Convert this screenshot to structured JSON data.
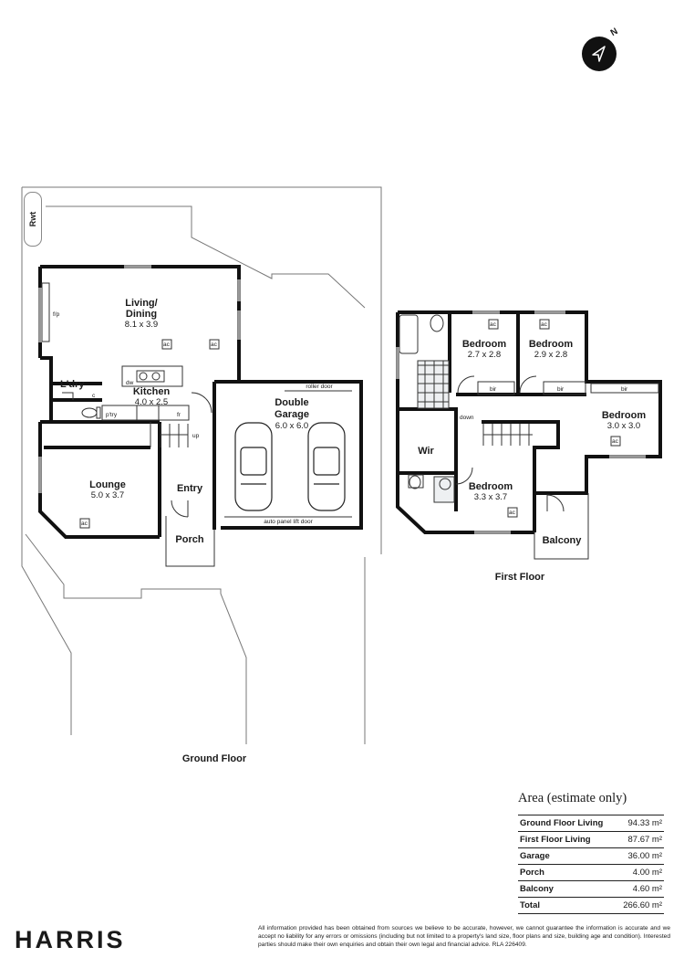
{
  "rwt_label": "Rwt",
  "ground_floor": {
    "label": "Ground Floor",
    "rooms": {
      "living": {
        "name": "Living/\nDining",
        "name_line1": "Living/",
        "name_line2": "Dining",
        "dims": "8.1 x 3.9"
      },
      "kitchen": {
        "name": "Kitchen",
        "dims": "4.0 x 2.5"
      },
      "laundry": {
        "name": "L'dry"
      },
      "lounge": {
        "name": "Lounge",
        "dims": "5.0 x 3.7"
      },
      "entry": {
        "name": "Entry"
      },
      "porch": {
        "name": "Porch"
      },
      "garage": {
        "name_line1": "Double",
        "name_line2": "Garage",
        "dims": "6.0 x 6.0"
      }
    },
    "tags": {
      "fp": "f/p",
      "ac": "ac",
      "dw": "dw",
      "pantry": "p'try",
      "fr": "fr",
      "c": "c",
      "up": "up",
      "roller_door": "roller door",
      "lift_door": "auto panel lift door"
    }
  },
  "first_floor": {
    "label": "First Floor",
    "rooms": {
      "bed1": {
        "name": "Bedroom",
        "dims": "2.7 x 2.8"
      },
      "bed2": {
        "name": "Bedroom",
        "dims": "2.9 x 2.8"
      },
      "bed3": {
        "name": "Bedroom",
        "dims": "3.0 x 3.0"
      },
      "bed4": {
        "name": "Bedroom",
        "dims": "3.3 x 3.7"
      },
      "wir": {
        "name": "Wir"
      },
      "balcony": {
        "name": "Balcony"
      }
    },
    "tags": {
      "bir": "bir",
      "down": "down",
      "ac": "ac"
    }
  },
  "compass": {
    "north_label": "N"
  },
  "area_table": {
    "title": "Area (estimate only)",
    "rows": [
      {
        "label": "Ground Floor Living",
        "value": "94.33 m²"
      },
      {
        "label": "First Floor Living",
        "value": "87.67 m²"
      },
      {
        "label": "Garage",
        "value": "36.00 m²"
      },
      {
        "label": "Porch",
        "value": "4.00 m²"
      },
      {
        "label": "Balcony",
        "value": "4.60 m²"
      },
      {
        "label": "Total",
        "value": "266.60 m²"
      }
    ]
  },
  "brand": "HARRIS",
  "disclaimer": "All information provided has been obtained from sources we believe to be accurate, however, we cannot guarantee the information is accurate and we accept no liability for any errors or omissions (including but not limited to a property's land size, floor plans and size, building age and condition). Interested parties should make their own enquiries and obtain their own legal and financial advice. RLA 226409."
}
